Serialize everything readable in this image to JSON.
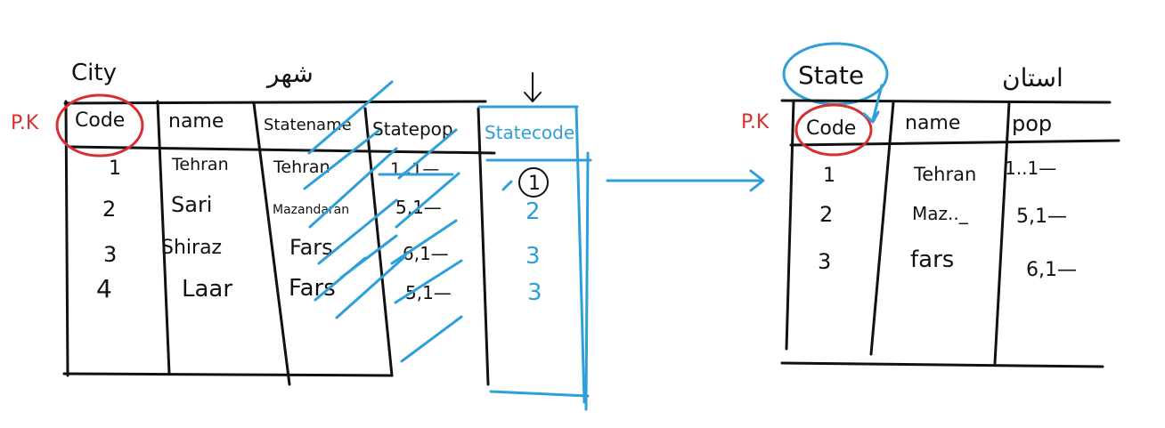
{
  "colors": {
    "ink": "#111111",
    "blue": "#2f9fd8",
    "red": "#d83030"
  },
  "city_table": {
    "title": "City",
    "title_fa": "شهر",
    "pk_label": "P.K",
    "headers": [
      "Code",
      "name",
      "Statename",
      "Statepop",
      "Statecode"
    ],
    "rows": [
      [
        "1",
        "Tehran",
        "Tehran",
        "1..1—",
        "1"
      ],
      [
        "2",
        "Sari",
        "Mazandaran",
        "5,1—",
        "2"
      ],
      [
        "3",
        "Shiraz",
        "Fars",
        "6,1—",
        "3"
      ],
      [
        "4",
        "Laar",
        "Fars",
        "5,1—",
        "3"
      ]
    ]
  },
  "state_table": {
    "title": "State",
    "title_fa": "استان",
    "pk_label": "P.K",
    "headers": [
      "Code",
      "name",
      "pop"
    ],
    "rows": [
      [
        "1",
        "Tehran",
        "1..1—"
      ],
      [
        "2",
        "Maz.._",
        "5,1—"
      ],
      [
        "3",
        "fars",
        "6,1—"
      ]
    ]
  }
}
